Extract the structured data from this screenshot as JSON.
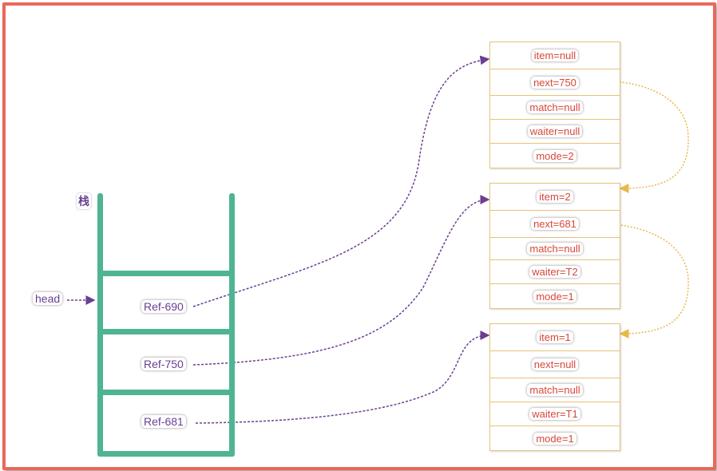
{
  "stack": {
    "label": "栈",
    "head_label": "head",
    "refs": [
      "Ref-690",
      "Ref-750",
      "Ref-681"
    ]
  },
  "nodes": [
    {
      "fields": [
        "item=null",
        "next=750",
        "match=null",
        "waiter=null",
        "mode=2"
      ]
    },
    {
      "fields": [
        "item=2",
        "next=681",
        "match=null",
        "waiter=T2",
        "mode=1"
      ]
    },
    {
      "fields": [
        "item=1",
        "next=null",
        "match=null",
        "waiter=T1",
        "mode=1"
      ]
    }
  ],
  "colors": {
    "frame": "#e8695a",
    "stack": "#4fb493",
    "ref_arrow": "#6a3f92",
    "next_arrow": "#e8b84a",
    "field_text": "#d7473a",
    "node_border": "#e7c27a"
  }
}
